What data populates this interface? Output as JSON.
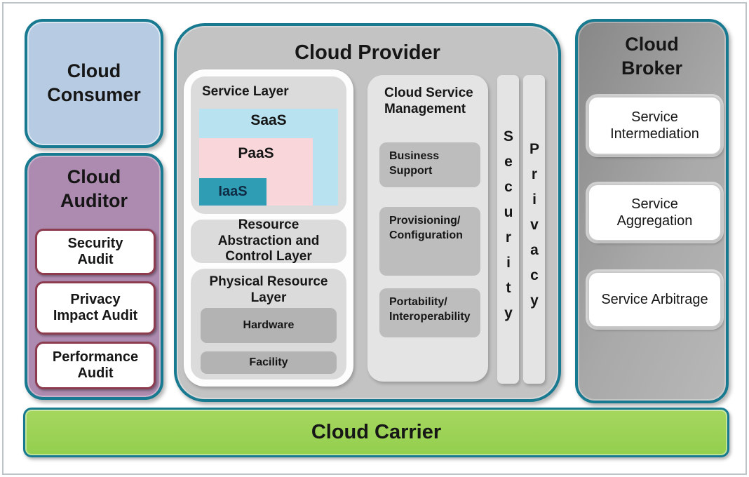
{
  "consumer": {
    "title": "Cloud Consumer"
  },
  "auditor": {
    "title": "Cloud Auditor",
    "items": [
      {
        "label": "Security Audit"
      },
      {
        "label": "Privacy Impact Audit"
      },
      {
        "label": "Performance Audit"
      }
    ]
  },
  "provider": {
    "title": "Cloud Provider",
    "service_layer": {
      "title": "Service Layer",
      "saas": "SaaS",
      "paas": "PaaS",
      "iaas": "IaaS"
    },
    "resource_abstraction": {
      "title": "Resource Abstraction and Control Layer"
    },
    "physical_layer": {
      "title": "Physical Resource Layer",
      "items": [
        {
          "label": "Hardware"
        },
        {
          "label": "Facility"
        }
      ]
    },
    "service_management": {
      "title": "Cloud Service Management",
      "items": [
        {
          "label": "Business Support"
        },
        {
          "label": "Provisioning/ Configuration"
        },
        {
          "label": "Portability/ Interoperability"
        }
      ]
    },
    "security_bar": {
      "label": "Security"
    },
    "privacy_bar": {
      "label": "Privacy"
    }
  },
  "broker": {
    "title": "Cloud Broker",
    "items": [
      {
        "label": "Service Intermediation"
      },
      {
        "label": "Service Aggregation"
      },
      {
        "label": "Service Arbitrage"
      }
    ]
  },
  "carrier": {
    "title": "Cloud Carrier"
  },
  "colors": {
    "teal_border": "#187a90",
    "consumer_fill": "#b7cce3",
    "auditor_fill": "#ad8aaf",
    "audit_box_border": "#8d3c50",
    "provider_fill": "#c3c3c3",
    "panel_fill": "#fdfdfd",
    "layer_fill": "#dbdbdb",
    "sub_gray_fill": "#b3b3b3",
    "csm_fill": "#e4e4e4",
    "csm_box_fill": "#bdbdbd",
    "saas_fill": "#b8e2ef",
    "paas_fill": "#f8d6d9",
    "iaas_fill": "#2f9db4",
    "broker_fill_dark": "#878787",
    "broker_fill_light": "#b8b8b8",
    "carrier_fill": "#93cf4e"
  }
}
